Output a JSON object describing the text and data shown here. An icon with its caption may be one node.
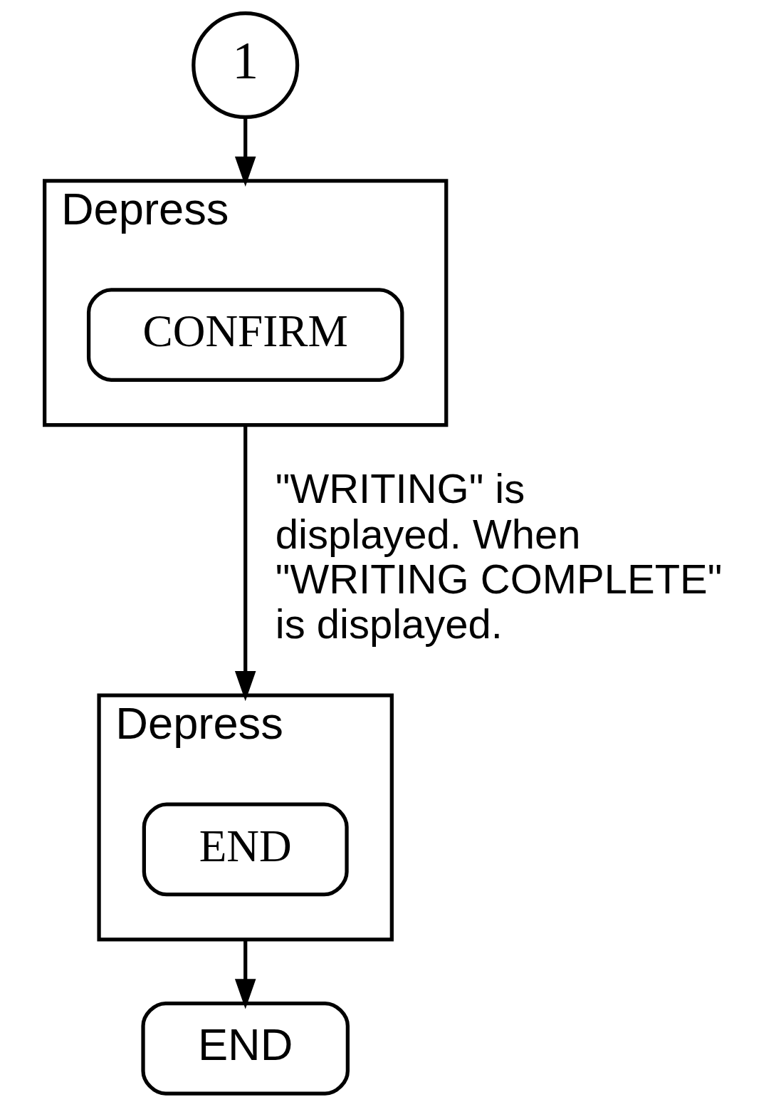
{
  "diagram": {
    "nodes": [
      {
        "text": [
          "1"
        ]
      },
      {
        "text": [
          "Depress"
        ]
      },
      {
        "text": [
          "CONFIRM"
        ],
        "in": 1
      },
      {
        "text": [
          "Depress"
        ]
      },
      {
        "text": [
          "END"
        ],
        "in": 3
      },
      {
        "text": [
          "END"
        ]
      }
    ],
    "edges": [
      {
        "from": 0,
        "to": 1,
        "arrow": "to"
      },
      {
        "from": 1,
        "to": 3,
        "arrow": "to",
        "label": "\"WRITING\" is displayed. When \"WRITING COMPLETE\" is displayed."
      },
      {
        "from": 3,
        "to": 5,
        "arrow": "to"
      }
    ]
  }
}
